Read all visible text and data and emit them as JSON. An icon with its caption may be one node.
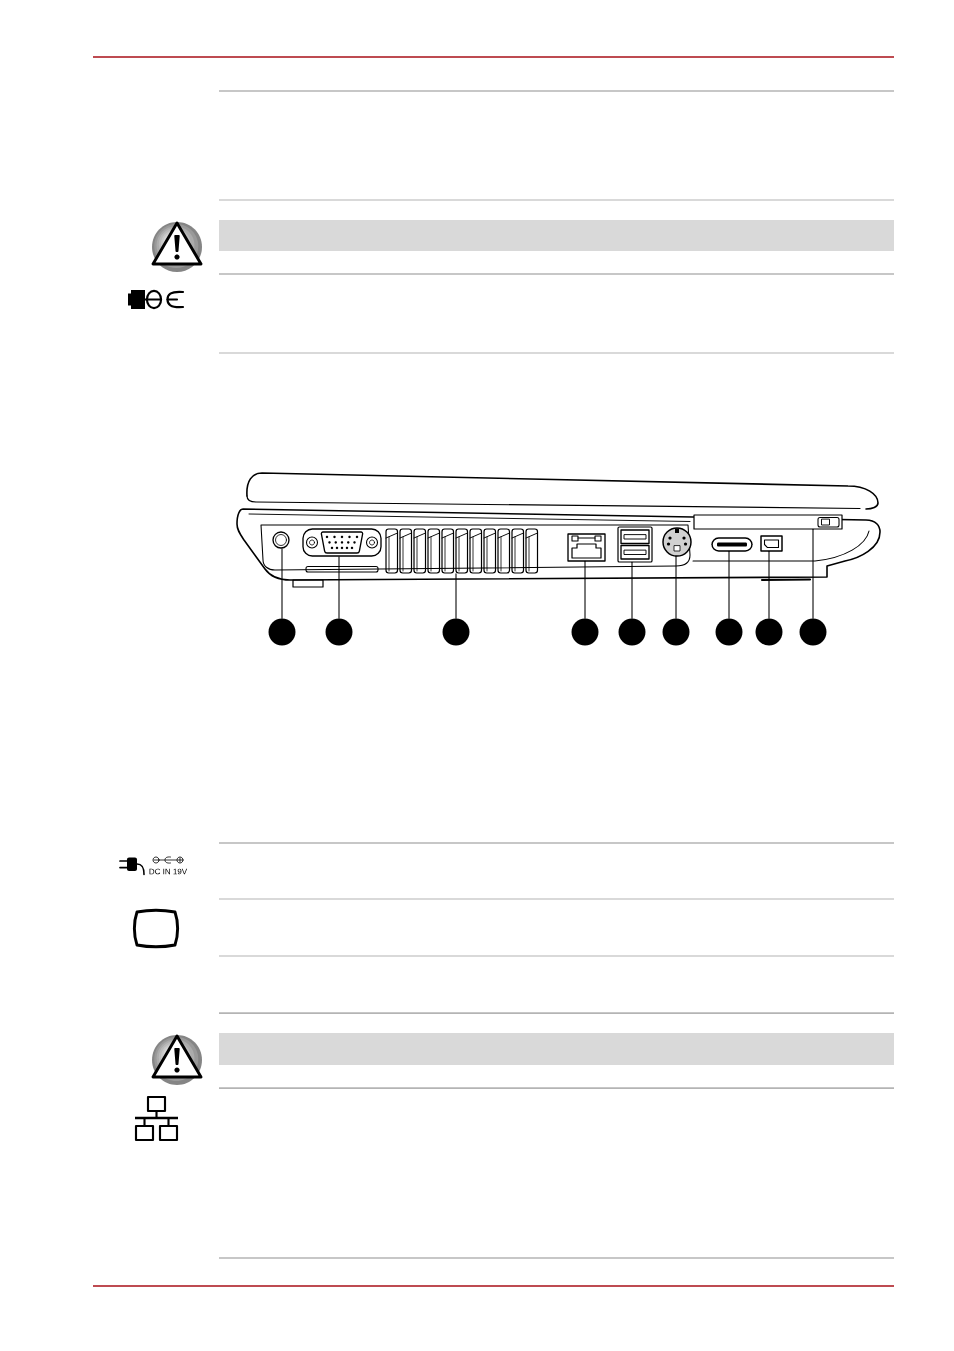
{
  "diagram": {
    "nodes": [
      {
        "text": [],
        "shape": "bar"
      },
      {
        "text": [],
        "shape": "picture"
      },
      {
        "text": [],
        "shape": "picture"
      },
      {
        "text": [],
        "shape": "picture"
      },
      {
        "text": [],
        "shape": "picture"
      },
      {
        "text": [],
        "shape": "picture"
      },
      {
        "text": [],
        "shape": "picture"
      },
      {
        "text": [],
        "shape": "picture"
      },
      {
        "text": [],
        "shape": "picture"
      },
      {
        "text": [],
        "shape": "picture"
      },
      {
        "text": [],
        "shape": "circle"
      },
      {
        "text": [],
        "shape": "circle"
      },
      {
        "text": [],
        "shape": "circle"
      },
      {
        "text": [],
        "shape": "circle"
      },
      {
        "text": [],
        "shape": "circle"
      },
      {
        "text": [],
        "shape": "circle"
      },
      {
        "text": [],
        "shape": "circle"
      },
      {
        "text": [],
        "shape": "circle"
      },
      {
        "text": [],
        "shape": "circle"
      },
      {
        "text": [],
        "shape": "bar"
      }
    ],
    "edges": [
      {
        "from": 10,
        "to": 1,
        "arrow": "none"
      },
      {
        "from": 11,
        "to": 2,
        "arrow": "none"
      },
      {
        "from": 12,
        "to": 3,
        "arrow": "none"
      },
      {
        "from": 13,
        "to": 4,
        "arrow": "none"
      },
      {
        "from": 14,
        "to": 5,
        "arrow": "none"
      },
      {
        "from": 15,
        "to": 6,
        "arrow": "none"
      },
      {
        "from": 16,
        "to": 7,
        "arrow": "none"
      },
      {
        "from": 17,
        "to": 8,
        "arrow": "none"
      },
      {
        "from": 18,
        "to": 9,
        "arrow": "none"
      }
    ],
    "labels": [
      "DC IN 19V"
    ]
  }
}
